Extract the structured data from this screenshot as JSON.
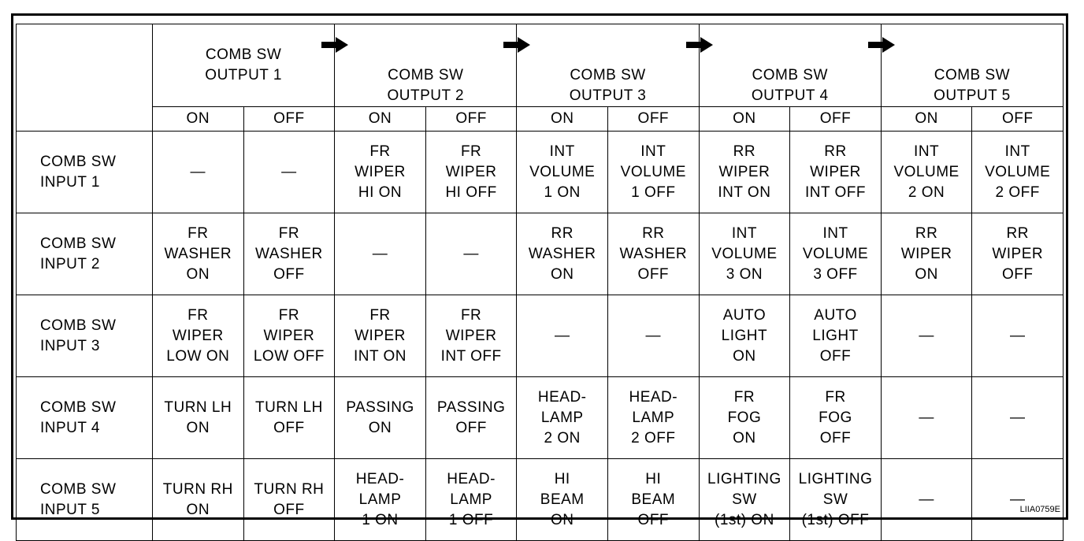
{
  "outputs": [
    {
      "label": "COMB SW\nOUTPUT 1"
    },
    {
      "label": "COMB SW\nOUTPUT 2"
    },
    {
      "label": "COMB SW\nOUTPUT 3"
    },
    {
      "label": "COMB SW\nOUTPUT 4"
    },
    {
      "label": "COMB SW\nOUTPUT 5"
    }
  ],
  "on_label": "ON",
  "off_label": "OFF",
  "rows": [
    {
      "label": "COMB SW\nINPUT 1",
      "cells": [
        "—",
        "—",
        "FR\nWIPER\nHI ON",
        "FR\nWIPER\nHI OFF",
        "INT\nVOLUME\n1 ON",
        "INT\nVOLUME\n1 OFF",
        "RR\nWIPER\nINT ON",
        "RR\nWIPER\nINT OFF",
        "INT\nVOLUME\n2 ON",
        "INT\nVOLUME\n2 OFF"
      ]
    },
    {
      "label": "COMB SW\nINPUT 2",
      "cells": [
        "FR\nWASHER\nON",
        "FR\nWASHER\nOFF",
        "—",
        "—",
        "RR\nWASHER\nON",
        "RR\nWASHER\nOFF",
        "INT\nVOLUME\n3 ON",
        "INT\nVOLUME\n3 OFF",
        "RR\nWIPER\nON",
        "RR\nWIPER\nOFF"
      ]
    },
    {
      "label": "COMB SW\nINPUT 3",
      "cells": [
        "FR\nWIPER\nLOW ON",
        "FR\nWIPER\nLOW OFF",
        "FR\nWIPER\nINT ON",
        "FR\nWIPER\nINT OFF",
        "—",
        "—",
        "AUTO\nLIGHT\nON",
        "AUTO\nLIGHT\nOFF",
        "—",
        "—"
      ]
    },
    {
      "label": "COMB SW\nINPUT 4",
      "cells": [
        "TURN LH\nON",
        "TURN LH\nOFF",
        "PASSING\nON",
        "PASSING\nOFF",
        "HEAD-\nLAMP\n2 ON",
        "HEAD-\nLAMP\n2 OFF",
        "FR\nFOG\nON",
        "FR\nFOG\nOFF",
        "—",
        "—"
      ]
    },
    {
      "label": "COMB SW\nINPUT 5",
      "cells": [
        "TURN RH\nON",
        "TURN RH\nOFF",
        "HEAD-\nLAMP\n1 ON",
        "HEAD-\nLAMP\n1 OFF",
        "HI\nBEAM\nON",
        "HI\nBEAM\nOFF",
        "LIGHTING\nSW\n(1st) ON",
        "LIGHTING\nSW\n(1st) OFF",
        "—",
        "—"
      ]
    }
  ],
  "figure_code": "LIIA0759E",
  "arrow_icon": "arrow-right-icon"
}
